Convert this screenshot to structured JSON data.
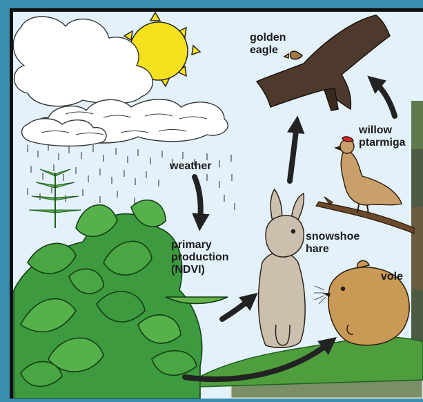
{
  "diagram": {
    "nodes": {
      "weather": "weather",
      "primary_production": "primary\nproduction\n(NDVI)",
      "snowshoe_hare": "snowshoe\nhare",
      "vole": "vole",
      "willow_ptarmigan": "willow\nptarmiga",
      "golden_eagle": "golden\neagle"
    },
    "edges": [
      {
        "from": "weather",
        "to": "primary_production"
      },
      {
        "from": "primary_production",
        "to": "snowshoe_hare"
      },
      {
        "from": "primary_production",
        "to": "vole"
      },
      {
        "from": "snowshoe_hare",
        "to": "golden_eagle"
      },
      {
        "from": "willow_ptarmigan",
        "to": "golden_eagle"
      }
    ]
  },
  "colors": {
    "frame": "#3a8fae",
    "sky": "#e3f1fb",
    "sun": "#f7e01e",
    "arrow": "#222222",
    "foliage": "#3d9a3f",
    "ground": "#4f9e3d",
    "hare": "#cdbfae",
    "vole": "#c99a55",
    "ptarmigan": "#c9a069",
    "eagle": "#4e3a2c"
  }
}
